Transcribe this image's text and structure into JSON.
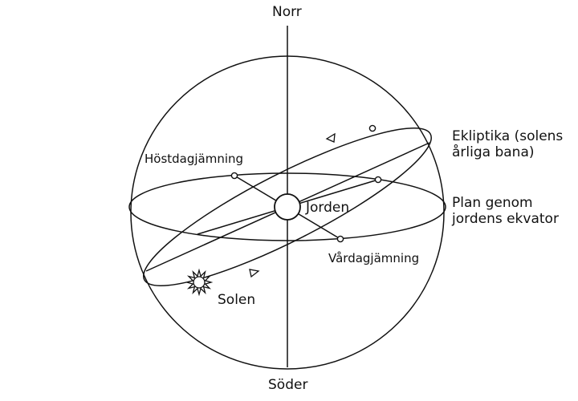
{
  "labels": {
    "north": "Norr",
    "south": "Söder",
    "earth": "Jorden",
    "sun": "Solen",
    "autumn_equinox": "Höstdagjämning",
    "spring_equinox": "Vårdagjämning",
    "ecliptic_line1": "Ekliptika (solens",
    "ecliptic_line2": "årliga bana)",
    "equator_line1": "Plan genom",
    "equator_line2": "jordens ekvator"
  },
  "colors": {
    "ink": "#111111",
    "background": "#ffffff"
  },
  "icons": {
    "sun": "sun-icon",
    "earth": "earth-icon"
  }
}
